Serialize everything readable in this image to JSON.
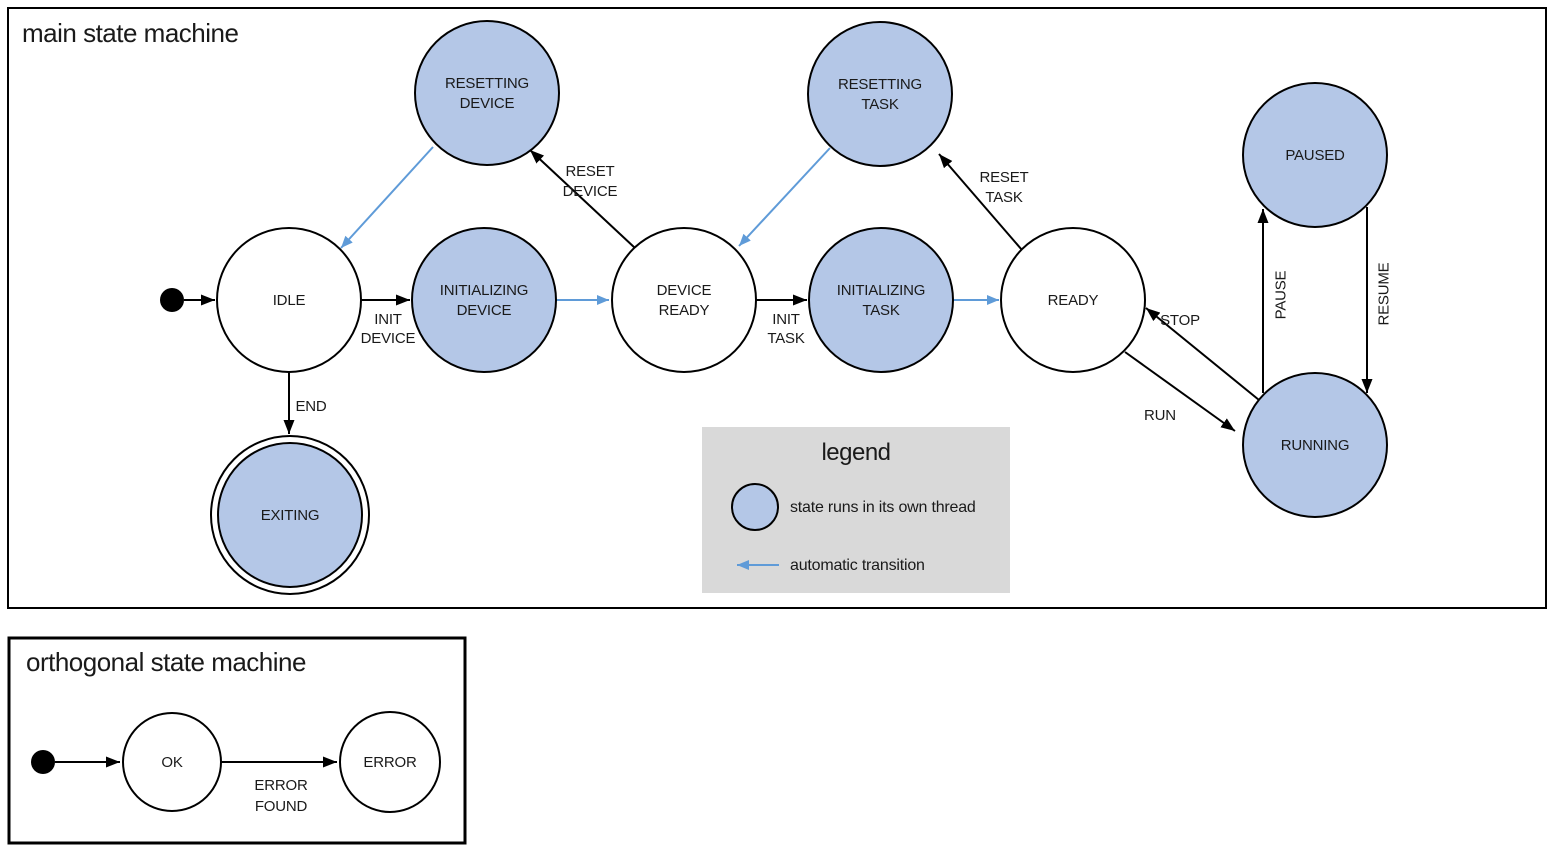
{
  "main": {
    "title": "main state machine",
    "states": {
      "idle": {
        "label": "IDLE",
        "thread": false
      },
      "resetting_device": {
        "label": "RESETTING DEVICE",
        "line1": "RESETTING",
        "line2": "DEVICE",
        "thread": true
      },
      "initializing_device": {
        "label": "INITIALIZING DEVICE",
        "line1": "INITIALIZING",
        "line2": "DEVICE",
        "thread": true
      },
      "device_ready": {
        "label": "DEVICE READY",
        "line1": "DEVICE",
        "line2": "READY",
        "thread": false
      },
      "resetting_task": {
        "label": "RESETTING TASK",
        "line1": "RESETTING",
        "line2": "TASK",
        "thread": true
      },
      "initializing_task": {
        "label": "INITIALIZING TASK",
        "line1": "INITIALIZING",
        "line2": "TASK",
        "thread": true
      },
      "ready": {
        "label": "READY",
        "thread": false
      },
      "paused": {
        "label": "PAUSED",
        "thread": true
      },
      "running": {
        "label": "RUNNING",
        "thread": true
      },
      "exiting": {
        "label": "EXITING",
        "thread": true,
        "final": true
      }
    },
    "transitions": {
      "start": {
        "from": "start",
        "to": "idle"
      },
      "init_device": {
        "from": "idle",
        "to": "initializing_device",
        "line1": "INIT",
        "line2": "DEVICE"
      },
      "auto_initializing_device": {
        "from": "initializing_device",
        "to": "device_ready",
        "automatic": true
      },
      "reset_device": {
        "from": "device_ready",
        "to": "resetting_device",
        "line1": "RESET",
        "line2": "DEVICE"
      },
      "auto_resetting_device": {
        "from": "resetting_device",
        "to": "idle",
        "automatic": true
      },
      "init_task": {
        "from": "device_ready",
        "to": "initializing_task",
        "line1": "INIT",
        "line2": "TASK"
      },
      "auto_initializing_task": {
        "from": "initializing_task",
        "to": "ready",
        "automatic": true
      },
      "reset_task": {
        "from": "ready",
        "to": "resetting_task",
        "line1": "RESET",
        "line2": "TASK"
      },
      "auto_resetting_task": {
        "from": "resetting_task",
        "to": "device_ready",
        "automatic": true
      },
      "run": {
        "from": "ready",
        "to": "running",
        "label": "RUN"
      },
      "stop": {
        "from": "running",
        "to": "ready",
        "label": "STOP"
      },
      "pause": {
        "from": "running",
        "to": "paused",
        "label": "PAUSE"
      },
      "resume": {
        "from": "paused",
        "to": "running",
        "label": "RESUME"
      },
      "end": {
        "from": "idle",
        "to": "exiting",
        "label": "END"
      }
    }
  },
  "legend": {
    "title": "legend",
    "items": [
      {
        "symbol": "thread-state-circle",
        "label": "state runs in its own thread"
      },
      {
        "symbol": "automatic-transition-arrow",
        "label": "automatic transition"
      }
    ]
  },
  "orthogonal": {
    "title": "orthogonal state machine",
    "states": {
      "ok": {
        "label": "OK",
        "thread": false
      },
      "error": {
        "label": "ERROR",
        "thread": false
      }
    },
    "transitions": {
      "start": {
        "from": "start",
        "to": "ok"
      },
      "error_found": {
        "from": "ok",
        "to": "error",
        "line1": "ERROR",
        "line2": "FOUND"
      }
    }
  },
  "colors": {
    "state_thread_fill": "#b4c7e7",
    "auto_transition_blue": "#5f9bd8",
    "legend_bg": "#d9d9d9",
    "text": "#1a1a1a"
  }
}
